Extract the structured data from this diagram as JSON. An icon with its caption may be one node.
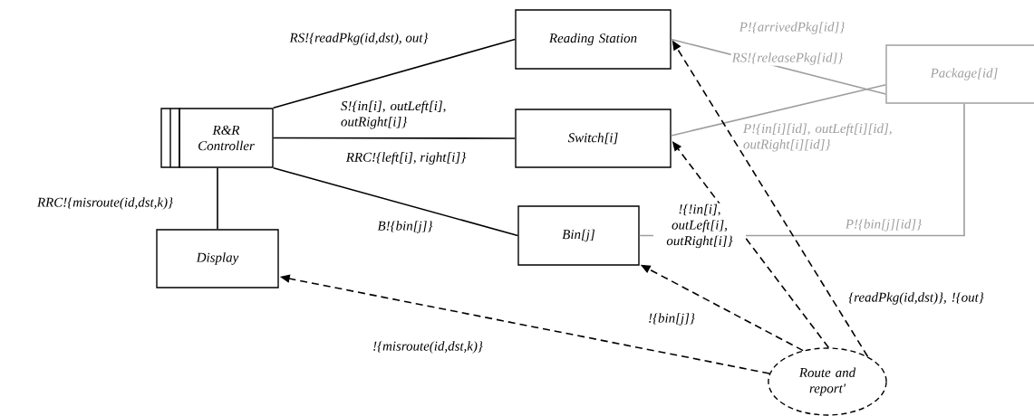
{
  "diagram": {
    "nodes": [
      {
        "text": [
          "R&R Controller"
        ]
      },
      {
        "text": [
          "Reading Station"
        ]
      },
      {
        "text": [
          "Switch[i]"
        ]
      },
      {
        "text": [
          "Bin[j]"
        ]
      },
      {
        "text": [
          "Display"
        ]
      },
      {
        "text": [
          "Package[id]"
        ]
      },
      {
        "text": [
          "Route and report'"
        ]
      }
    ],
    "edges": [
      {
        "from": 0,
        "to": 1,
        "arrow": "none",
        "label": "RS!{readPkg(id,dst), out}"
      },
      {
        "from": 0,
        "to": 2,
        "arrow": "none",
        "label": "S!{in[i], outLeft[i], outRight[i]}"
      },
      {
        "from": 0,
        "to": 3,
        "arrow": "none",
        "label": "B!{bin[j]}"
      },
      {
        "from": 0,
        "to": 4,
        "arrow": "none",
        "label": "RRC!{misroute(id,dst,k)}"
      },
      {
        "from": 1,
        "to": 5,
        "arrow": "none",
        "label": "P!{arrivedPkg[id]}",
        "color": "#9e9e9e"
      },
      {
        "from": 2,
        "to": 5,
        "arrow": "none",
        "label": "P!{in[i][id], outLeft[i][id], outRight[i][id]}",
        "color": "#9e9e9e"
      },
      {
        "from": 3,
        "to": 5,
        "arrow": "none",
        "label": "P!{bin[j][id]}",
        "color": "#9e9e9e"
      },
      {
        "from": 6,
        "to": 1,
        "arrow": "to",
        "style": "dashed",
        "label": "{readPkg(id,dst)}, !{out}"
      },
      {
        "from": 6,
        "to": 2,
        "arrow": "to",
        "style": "dashed",
        "label": "!{!in[i], outLeft[i], outRight[i]}"
      },
      {
        "from": 6,
        "to": 3,
        "arrow": "to",
        "style": "dashed",
        "label": "!{bin[j]}"
      },
      {
        "from": 6,
        "to": 4,
        "arrow": "to",
        "style": "dashed",
        "label": "!{misroute(id,dst,k)}"
      }
    ],
    "labels": [
      "RRC!{left[i], right[i]}",
      "RS!{releasePkg[id]}"
    ]
  }
}
